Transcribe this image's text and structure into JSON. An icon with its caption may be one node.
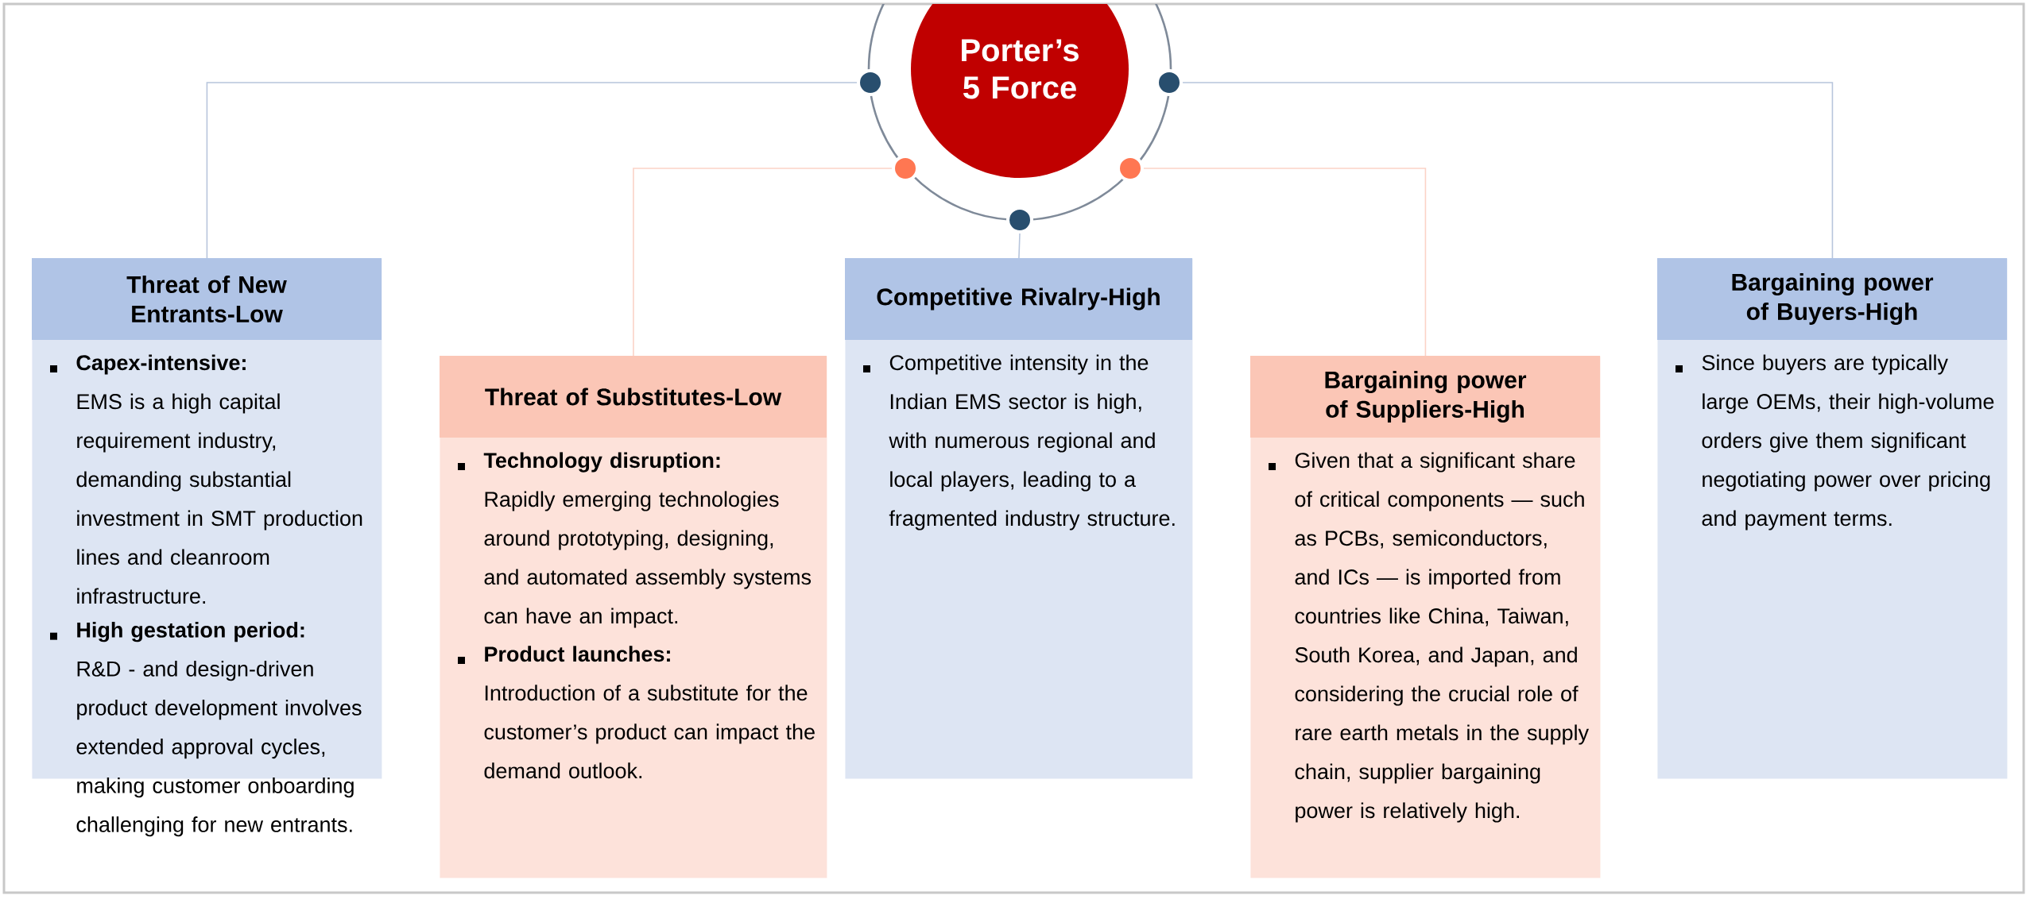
{
  "diagram": {
    "nodes": [
      {
        "text": [
          "Porter’s 5 Force"
        ]
      },
      {
        "text": [],
        "shape": "circle"
      },
      {
        "text": [],
        "shape": "circle"
      },
      {
        "text": [],
        "shape": "circle"
      },
      {
        "text": [],
        "shape": "circle"
      },
      {
        "text": [],
        "shape": "circle"
      },
      {
        "text": [
          "Threat of New Entrants-Low",
          "Capex-intensive:",
          "EMS is a high capital requirement industry, demanding substantial investment in SMT production lines and cleanroom infrastructure.",
          "High gestation period:",
          "R&D - and design-driven product development involves extended approval cycles, making customer onboarding challenging for new entrants."
        ]
      },
      {
        "text": [
          "Threat of Substitutes-Low",
          "Technology disruption:",
          "Rapidly emerging technologies around prototyping, designing, and automated assembly systems can have an impact.",
          "Product launches:",
          "Introduction of a substitute for the customer’s product can impact the demand outlook."
        ]
      },
      {
        "text": [
          "Competitive Rivalry-High",
          "Competitive intensity in the Indian EMS sector is high, with numerous regional and local players, leading to a fragmented industry structure."
        ]
      },
      {
        "text": [
          "Bargaining power of Suppliers-High",
          "Given that a significant share of critical components — such as PCBs, semiconductors, and ICs — is imported from countries like China, Taiwan, South Korea, and Japan, and considering the crucial role of rare earth metals in the supply chain, supplier bargaining power is relatively high."
        ]
      },
      {
        "text": [
          "Bargaining power of Buyers-High",
          "Since buyers are typically large OEMs, their high-volume orders give them significant negotiating power over pricing and payment terms."
        ]
      }
    ],
    "edges": [
      {
        "from": 1,
        "to": 6,
        "arrow": "none"
      },
      {
        "from": 3,
        "to": 7,
        "arrow": "none",
        "color": "#fbd3c7"
      },
      {
        "from": 5,
        "to": 8,
        "arrow": "none"
      },
      {
        "from": 4,
        "to": 9,
        "arrow": "none",
        "color": "#fbd3c7"
      },
      {
        "from": 2,
        "to": 10,
        "arrow": "none"
      }
    ]
  }
}
